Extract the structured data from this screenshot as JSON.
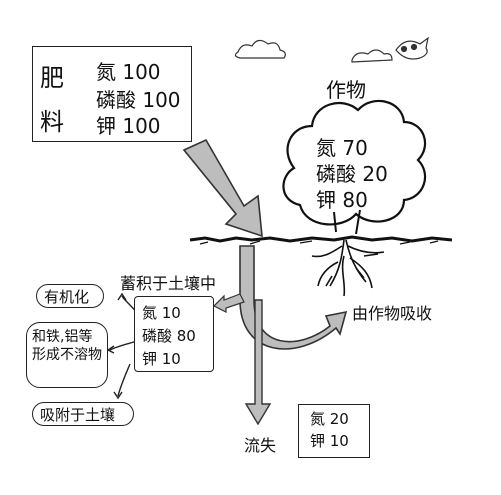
{
  "fertilizer": {
    "title_chars": [
      "肥",
      "料"
    ],
    "items": [
      "氮 100",
      "磷酸 100",
      "钾 100"
    ]
  },
  "crop": {
    "label": "作物",
    "items": [
      "氮 70",
      "磷酸 20",
      "钾 80"
    ]
  },
  "soil_accumulation": {
    "label": "蓄积于土壤中",
    "items": [
      "氮 10",
      "磷酸 80",
      "钾 10"
    ]
  },
  "absorption_label": "由作物吸收",
  "outcomes": [
    "有机化",
    "和铁,铝等形成不溶物",
    "吸附于土壤"
  ],
  "loss": {
    "label": "流失",
    "items": [
      "氮 20",
      "钾 10"
    ]
  }
}
